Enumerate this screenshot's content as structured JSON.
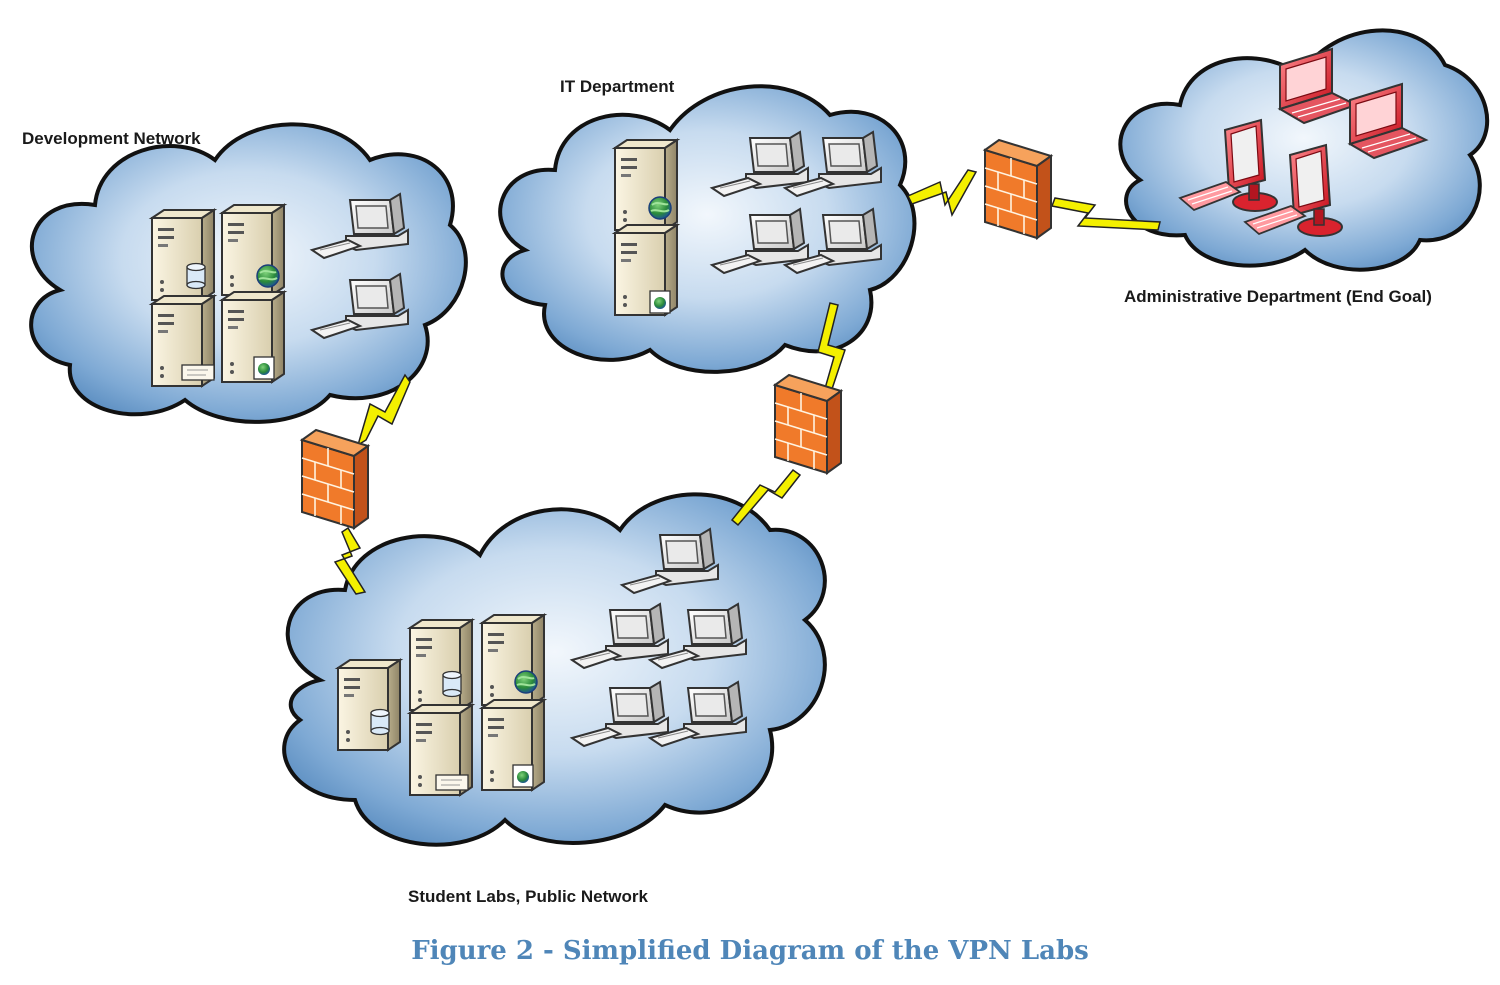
{
  "networks": {
    "development": "Development Network",
    "it": "IT Department",
    "admin": "Administrative Department (End Goal)",
    "student": "Student Labs, Public Network"
  },
  "caption": "Figure 2 - Simplified Diagram of the VPN Labs",
  "icons": {
    "server": "server-icon",
    "workstation": "workstation-icon",
    "laptop": "laptop-icon",
    "firewall": "firewall-icon",
    "link": "wan-link-icon"
  },
  "colors": {
    "cloud_fill": "#6f9fce",
    "cloud_light": "#eef4fb",
    "firewall": "#f07a2a",
    "link": "#f4f000",
    "admin_devices": "#d9232e",
    "caption": "#4f86b8"
  }
}
